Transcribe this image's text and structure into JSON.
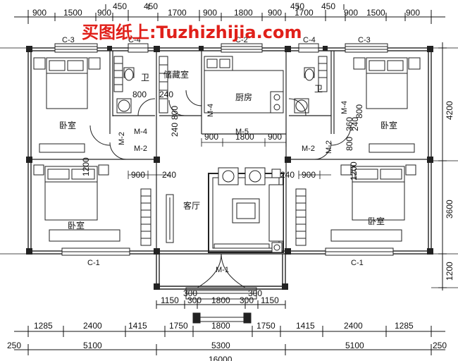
{
  "watermark": {
    "text": "买图纸上:Tuzhizhijia.com",
    "color": "#e0201a"
  },
  "colors": {
    "line": "#111111",
    "wall": "#333333",
    "background": "#ffffff"
  },
  "top_dims": {
    "row1": [
      "900",
      "1500",
      "900",
      "1700",
      "900",
      "1800",
      "900",
      "1700",
      "900",
      "1500",
      "900"
    ],
    "row2": [
      "450",
      "450",
      "450",
      "450"
    ]
  },
  "right_dims": [
    "4200",
    "3600",
    "1200"
  ],
  "bottom_dims": {
    "row1": [
      "1285",
      "2400",
      "1415",
      "1750",
      "1800",
      "1750",
      "1415",
      "2400",
      "1285"
    ],
    "row2": [
      "250",
      "5100",
      "5300",
      "5100",
      "250"
    ],
    "row3": [
      "16000"
    ]
  },
  "entrance_dims": [
    "1150",
    "300",
    "1800",
    "300",
    "1150"
  ],
  "entrance_dims_upper": [
    "300",
    "300"
  ],
  "rooms": {
    "bedroom_tl": "卧室",
    "bedroom_tr": "卧室",
    "bedroom_bl": "卧室",
    "bedroom_br": "卧室",
    "bath_left": "卫",
    "bath_right": "卫",
    "storage": "储藏室",
    "kitchen": "厨房",
    "living": "客厅"
  },
  "openings": {
    "c3_left": "C-3",
    "c4_left": "C-4",
    "c2_top": "C-2",
    "c4_right": "C-4",
    "c3_right": "C-3",
    "c1_left": "C-1",
    "c1_right": "C-1",
    "m1": "M-1",
    "m4_left": "M-4",
    "m2_left_a": "M-2",
    "m2_left_b": "M-2",
    "m4_kitchen": "M-4",
    "m5": "M-5",
    "m2_right": "M-2",
    "m4_right": "M-4",
    "m2_right_b": "M-2"
  },
  "inner_dims": {
    "bath_l_800": "800",
    "bath_l_240": "240",
    "bath_l_800v": "800",
    "kitchen_240": "240",
    "mid_900a": "900",
    "mid_1800": "1800",
    "mid_900b": "900",
    "left_900": "900",
    "left_240": "240",
    "right_900": "900",
    "right_240": "240",
    "bath_r_800": "800",
    "bath_r_360": "360",
    "bath_r_240": "240",
    "bath_r_800b": "800",
    "left_1200": "1200",
    "right_1200": "1200"
  }
}
